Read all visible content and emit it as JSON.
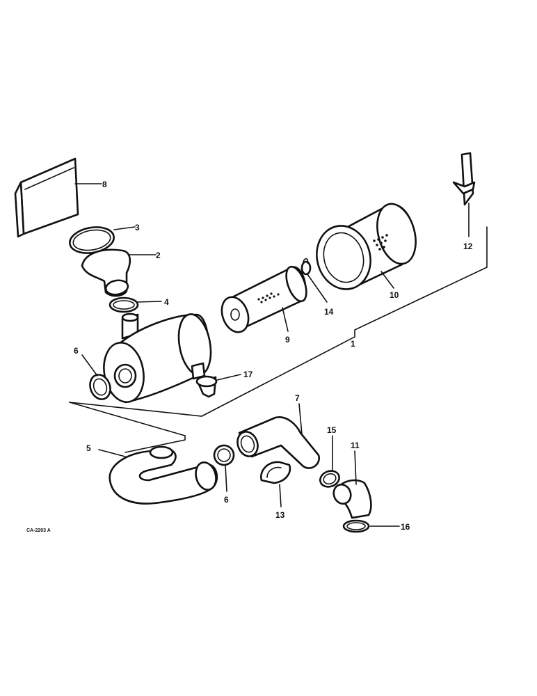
{
  "diagram": {
    "code": "CA-2203 A",
    "callouts": {
      "c1": "1",
      "c2": "2",
      "c3": "3",
      "c4": "4",
      "c5": "5",
      "c6a": "6",
      "c6b": "6",
      "c7": "7",
      "c8": "8",
      "c9": "9",
      "c10": "10",
      "c11": "11",
      "c12": "12",
      "c13": "13",
      "c14": "14",
      "c15": "15",
      "c16": "16",
      "c17": "17"
    }
  }
}
